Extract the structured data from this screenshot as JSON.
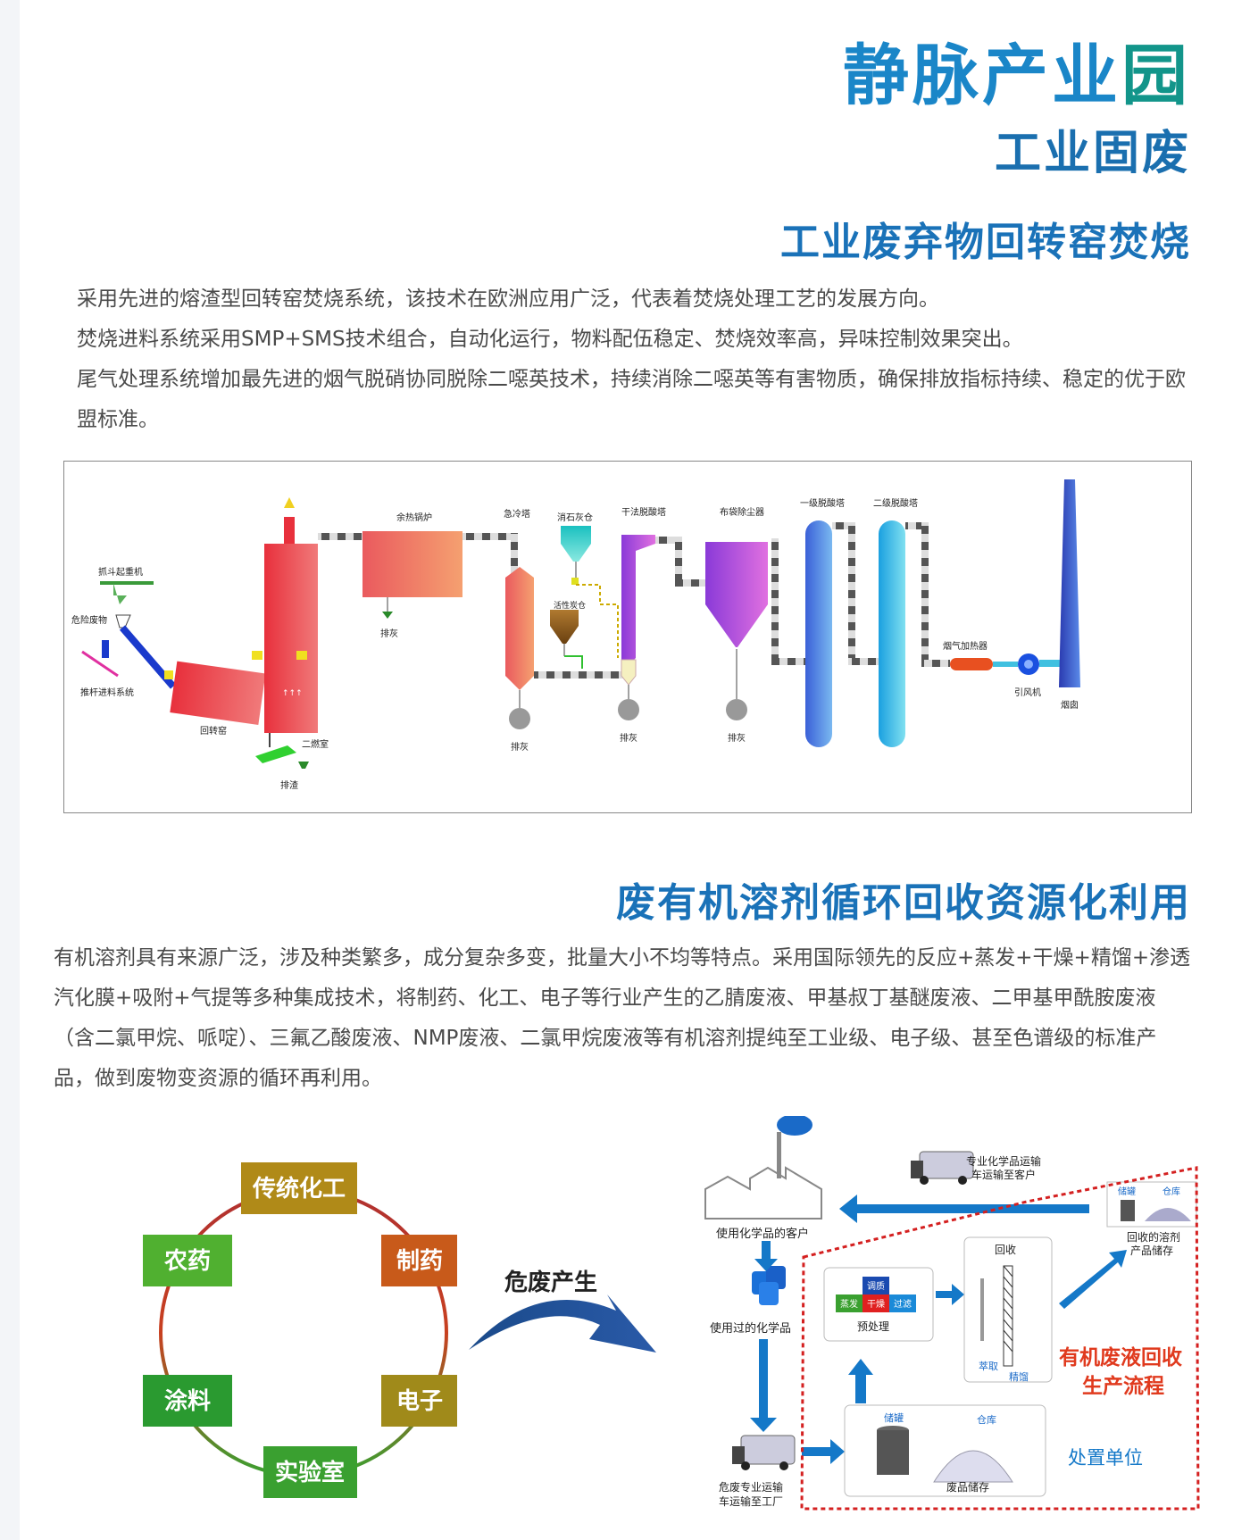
{
  "header": {
    "title_main": "静脉产业",
    "title_main_last": "园",
    "title_sub": "工业固废"
  },
  "section1": {
    "heading": "工业废弃物回转窑焚烧",
    "paragraphs": [
      "采用先进的熔渣型回转窑焚烧系统，该技术在欧洲应用广泛，代表着焚烧处理工艺的发展方向。",
      "焚烧进料系统采用SMP+SMS技术组合，自动化运行，物料配伍稳定、焚烧效率高，异味控制效果突出。",
      "尾气处理系统增加最先进的烟气脱硝协同脱除二噁英技术，持续消除二噁英等有害物质，确保排放指标持续、稳定的优于欧盟标准。"
    ]
  },
  "process": {
    "grab_crane": "抓斗起重机",
    "hazardous_waste": "危险废物",
    "pusher_feed": "推杆进料系统",
    "rotary_kiln": "回转窑",
    "slag": "排渣",
    "secondary_chamber": "二燃室",
    "waste_heat_boiler": "余热锅炉",
    "ash_1": "排灰",
    "quench_tower": "急冷塔",
    "ash_2": "排灰",
    "lime_silo": "消石灰仓",
    "activated_carbon": "活性炭仓",
    "dry_deacid": "干法脱酸塔",
    "ash_3": "排灰",
    "bag_filter": "布袋除尘器",
    "ash_4": "排灰",
    "primary_deacid": "一级脱酸塔",
    "secondary_deacid": "二级脱酸塔",
    "flue_heater": "烟气加热器",
    "induced_fan": "引风机",
    "chimney": "烟囱"
  },
  "section2": {
    "heading": "废有机溶剂循环回收资源化利用",
    "paragraph": "有机溶剂具有来源广泛，涉及种类繁多，成分复杂多变，批量大小不均等特点。采用国际领先的反应+蒸发+干燥+精馏+渗透汽化膜+吸附+气提等多种集成技术，将制药、化工、电子等行业产生的乙腈废液、甲基叔丁基醚废液、二甲基甲酰胺废液（含二氯甲烷、哌啶）、三氟乙酸废液、NMP废液、二氯甲烷废液等有机溶剂提纯至工业级、电子级、甚至色谱级的标准产品，做到废物变资源的循环再利用。"
  },
  "cycle": {
    "items": [
      "传统化工",
      "制药",
      "电子",
      "实验室",
      "涂料",
      "农药"
    ],
    "arrow_label": "危废产生"
  },
  "recovery": {
    "customer": "使用化学品的客户",
    "used_chemicals": "使用过的化学品",
    "transport_to_plant": [
      "危废专业运输",
      "车运输至工厂"
    ],
    "transport_to_customer": [
      "专业化学品运输",
      "车运输至客户"
    ],
    "product_storage": [
      "回收的溶剂",
      "产品储存"
    ],
    "tank_label": "储罐",
    "warehouse_label": "仓库",
    "pretreat": [
      "调质",
      "蒸发",
      "干燥",
      "过滤"
    ],
    "pretreat_label": "预处理",
    "recover_label": "回收",
    "extract_label": "萃取",
    "distill_label": "精馏",
    "flow_title": [
      "有机废液回收",
      "生产流程"
    ],
    "disposal_unit": "处置单位",
    "waste_storage": "废品储存",
    "tank_label_2": "储罐",
    "warehouse_label_2": "仓库"
  },
  "colors": {
    "blue_title": "#1a86c8",
    "teal": "#12958a",
    "flow_blue": "#1478c8",
    "dashed_red": "#d42020",
    "flow_title_red": "#e03a1e"
  }
}
